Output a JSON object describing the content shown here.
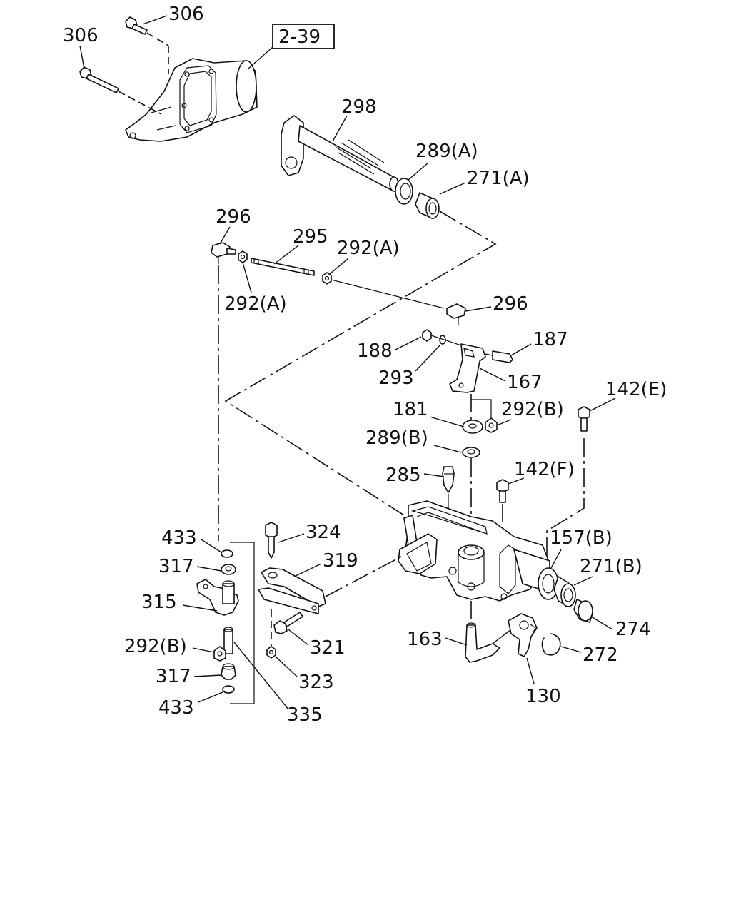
{
  "diagram": {
    "reference": "2-39",
    "labels": {
      "306a": "306",
      "306b": "306",
      "298": "298",
      "289A": "289(A)",
      "271A": "271(A)",
      "296a": "296",
      "295": "295",
      "292Aa": "292(A)",
      "292Ab": "292(A)",
      "296b": "296",
      "188": "188",
      "293": "293",
      "187": "187",
      "167": "167",
      "181": "181",
      "292Ba": "292(B)",
      "289B": "289(B)",
      "142E": "142(E)",
      "285": "285",
      "142F": "142(F)",
      "433a": "433",
      "324": "324",
      "317a": "317",
      "319": "319",
      "315": "315",
      "157B": "157(B)",
      "271B": "271(B)",
      "274": "274",
      "163": "163",
      "321": "321",
      "292Bb": "292(B)",
      "272": "272",
      "317b": "317",
      "323": "323",
      "130": "130",
      "433b": "433",
      "335": "335"
    }
  }
}
